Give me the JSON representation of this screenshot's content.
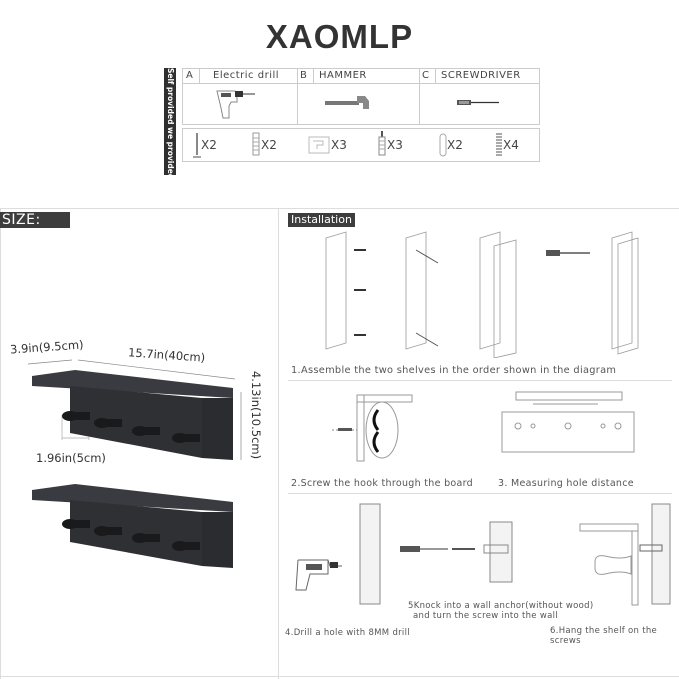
{
  "brand": "XAOMLP",
  "sidebar_label": "Self provided  we provided",
  "tools": [
    {
      "letter": "A",
      "name": "Electric drill",
      "icon": "drill-icon"
    },
    {
      "letter": "B",
      "name": "HAMMER",
      "icon": "hammer-icon"
    },
    {
      "letter": "C",
      "name": "SCREWDRIVER",
      "icon": "screwdriver-icon"
    }
  ],
  "parts": [
    {
      "icon": "screw-icon",
      "qty": "X2"
    },
    {
      "icon": "wall-anchor-icon",
      "qty": "X2"
    },
    {
      "icon": "hook-bracket-icon",
      "qty": "X3"
    },
    {
      "icon": "bolt-icon",
      "qty": "X3"
    },
    {
      "icon": "plug-icon",
      "qty": "X2"
    },
    {
      "icon": "spring-screw-icon",
      "qty": "X4"
    }
  ],
  "size": {
    "label": "SIZE:",
    "depth": "3.9in(9.5cm)",
    "width": "15.7in(40cm)",
    "height": "4.13in(10.5cm)",
    "hook_spacing": "1.96in(5cm)",
    "shelf_color": "#2b2c30"
  },
  "installation": {
    "label": "Installation",
    "steps": [
      "1.Assemble the two shelves in the order shown in the diagram",
      "2.Screw the hook  through the board",
      "3. Measuring hole distance",
      "4.Drill a hole with 8MM drill",
      "5Knock into a wall anchor(without wood)",
      "and turn the screw into the wall",
      "6.Hang the shelf on the screws"
    ]
  }
}
